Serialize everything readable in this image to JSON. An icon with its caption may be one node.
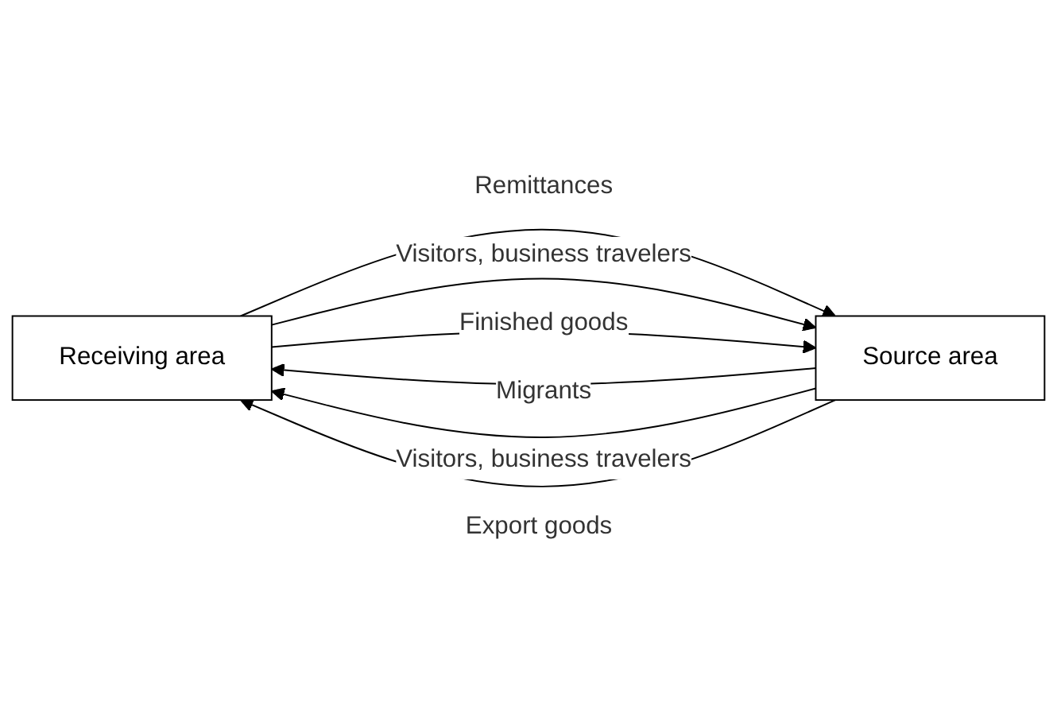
{
  "diagram": {
    "nodes": [
      {
        "text": [
          "Receiving area"
        ]
      },
      {
        "text": [
          "Source area"
        ]
      }
    ],
    "edges": [
      {
        "from": 1,
        "to": 0,
        "arrow": "to",
        "label": "Migrants"
      },
      {
        "from": 1,
        "to": 0,
        "arrow": "to",
        "label": "Visitors, business travelers"
      },
      {
        "from": 1,
        "to": 0,
        "arrow": "to",
        "label": "Export goods"
      },
      {
        "from": 0,
        "to": 1,
        "arrow": "to",
        "label": "Remittances"
      },
      {
        "from": 0,
        "to": 1,
        "arrow": "to",
        "label": "Visitors, business travelers"
      },
      {
        "from": 0,
        "to": 1,
        "arrow": "to",
        "label": "Finished goods"
      }
    ]
  }
}
